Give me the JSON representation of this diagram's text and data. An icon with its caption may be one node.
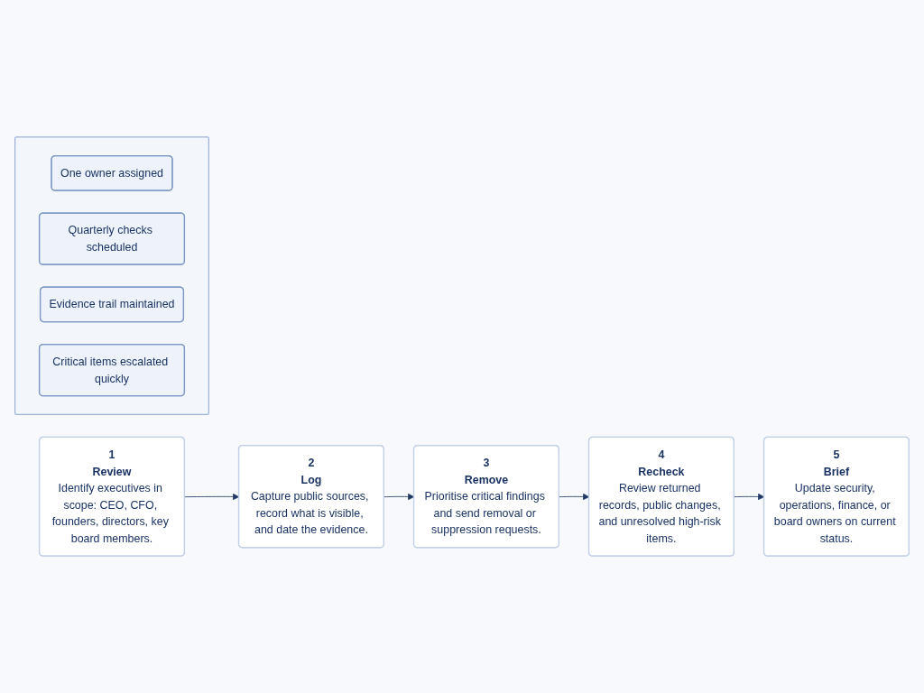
{
  "diagram": {
    "nodes": [
      {
        "text": [
          "1",
          "Review",
          "Identify executives in scope: CEO, CFO, founders, directors, key board members."
        ]
      },
      {
        "text": [
          "2",
          "Log",
          "Capture public sources, record what is visible, and date the evidence."
        ]
      },
      {
        "text": [
          "3",
          "Remove",
          "Prioritise critical findings and send removal or suppression requests."
        ]
      },
      {
        "text": [
          "4",
          "Recheck",
          "Review returned records, public changes, and unresolved high-risk items."
        ]
      },
      {
        "text": [
          "5",
          "Brief",
          "Update security, operations, finance, or board owners on current status."
        ]
      },
      {
        "text": [],
        "shape": "box"
      },
      {
        "text": [
          "One owner assigned"
        ],
        "in": 5
      },
      {
        "text": [
          "Quarterly checks scheduled"
        ],
        "in": 5
      },
      {
        "text": [
          "Evidence trail maintained"
        ],
        "in": 5
      },
      {
        "text": [
          "Critical items escalated quickly"
        ],
        "in": 5
      }
    ],
    "edges": [
      {
        "from": 0,
        "to": 1,
        "arrow": "to"
      },
      {
        "from": 1,
        "to": 2,
        "arrow": "to"
      },
      {
        "from": 2,
        "to": 3,
        "arrow": "to"
      },
      {
        "from": 3,
        "to": 4,
        "arrow": "to"
      }
    ]
  }
}
